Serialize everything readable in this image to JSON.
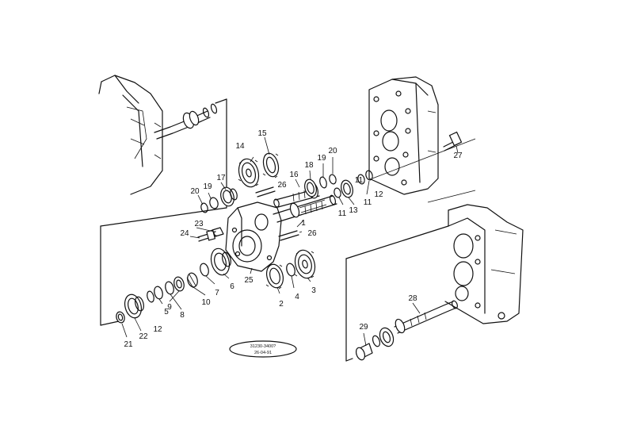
{
  "diagram": {
    "callouts": {
      "p1": "1",
      "p2": "2",
      "p3": "3",
      "p4": "4",
      "p5": "5",
      "p6": "6",
      "p7": "7",
      "p8": "8",
      "p9": "9",
      "p10": "10",
      "p11a": "11",
      "p11b": "11",
      "p11c": "11",
      "p12a": "12",
      "p12b": "12",
      "p13": "13",
      "p14": "14",
      "p15": "15",
      "p16": "16",
      "p17": "17",
      "p18": "18",
      "p19a": "19",
      "p19b": "19",
      "p20a": "20",
      "p20b": "20",
      "p21": "21",
      "p22": "22",
      "p23": "23",
      "p24": "24",
      "p25": "25",
      "p26a": "26",
      "p26b": "26",
      "p27": "27",
      "p28": "28",
      "p29": "29"
    },
    "stamp": {
      "line1": "31230-3400?",
      "line2": "26-04-91"
    }
  }
}
